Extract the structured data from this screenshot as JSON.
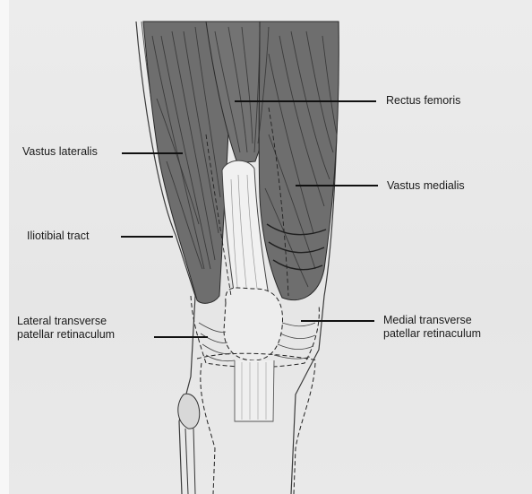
{
  "labels": {
    "rectus_femoris": "Rectus femoris",
    "vastus_lateralis": "Vastus lateralis",
    "vastus_medialis": "Vastus medialis",
    "iliotibial_tract": "Iliotibial tract",
    "lateral_retinaculum": {
      "line1": "Lateral transverse",
      "line2": "patellar retinaculum"
    },
    "medial_retinaculum": {
      "line1": "Medial transverse",
      "line2": "patellar retinaculum"
    }
  },
  "colors": {
    "muscle": "#6e6e6e",
    "muscle_dark": "#555555",
    "background": "#e8e8e8",
    "tendon": "#f2f2f2",
    "line": "#222222"
  }
}
